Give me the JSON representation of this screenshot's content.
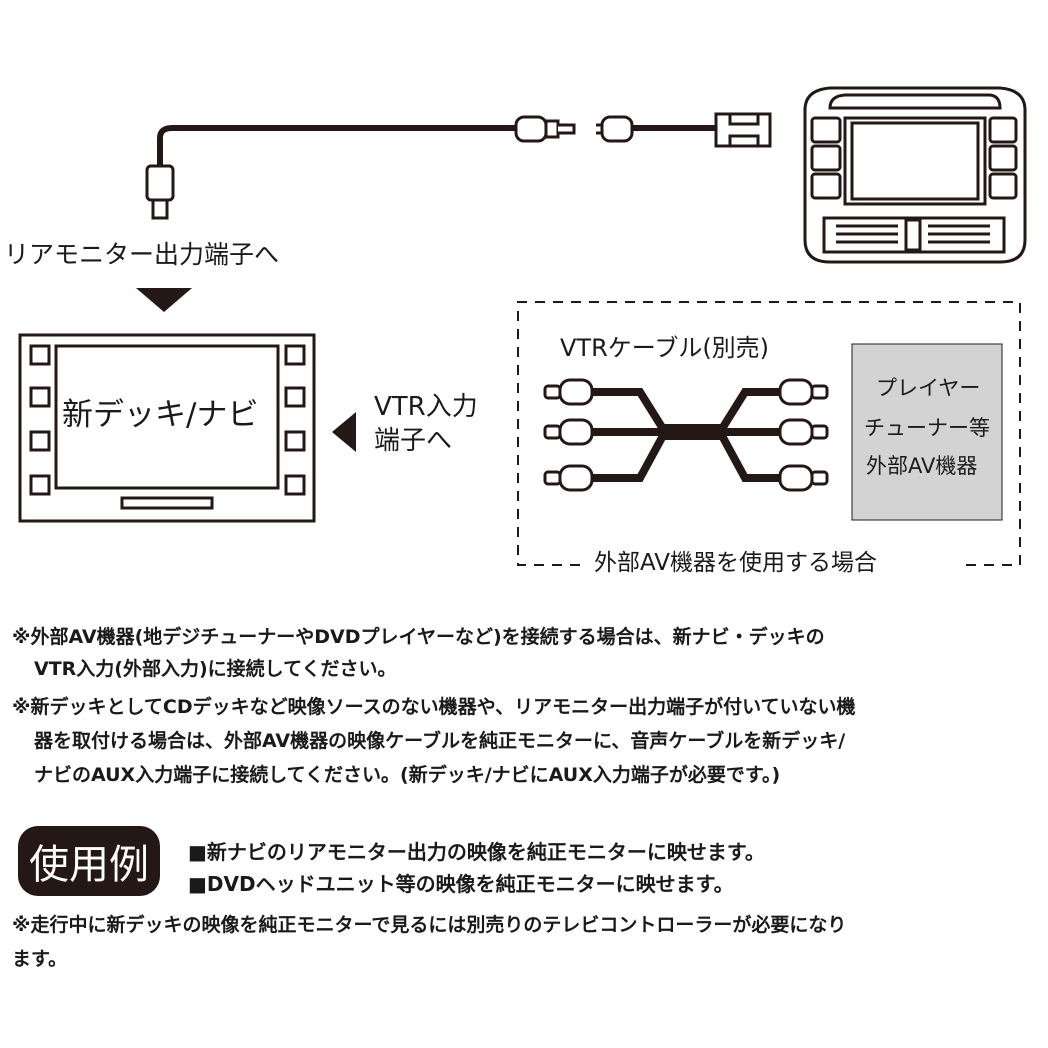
{
  "labels": {
    "rear_out": "リアモニター出力端子へ",
    "new_deck": "新デッキ/ナビ",
    "vtr_in_1": "VTR入力",
    "vtr_in_2": "端子へ",
    "vtr_cable": "VTRケーブル(別売)",
    "player_1": "プレイヤー",
    "player_2": "チューナー等",
    "player_3": "外部AV機器",
    "external_case": "外部AV機器を使用する場合"
  },
  "notes": [
    {
      "l1": "※外部AV機器(地デジチューナーやDVDプレイヤーなど)を接続する場合は、新ナビ・デッキの",
      "l2": "VTR入力(外部入力)に接続してください。"
    },
    {
      "l1": "※新デッキとしてCDデッキなど映像ソースのない機器や、リアモニター出力端子が付いていない機",
      "l2": "器を取付ける場合は、外部AV機器の映像ケーブルを純正モニターに、音声ケーブルを新デッキ/",
      "l3": "ナビのAUX入力端子に接続してください。(新デッキ/ナビにAUX入力端子が必要です。)"
    }
  ],
  "usage": {
    "badge": "使用例",
    "item1": "■新ナビのリアモニター出力の映像を純正モニターに映せます。",
    "item2": "■DVDヘッドユニット等の映像を純正モニターに映せます。"
  },
  "footer": {
    "l1": "※走行中に新デッキの映像を純正モニターで見るには別売りのテレビコントローラーが必要になり",
    "l2": "ます。"
  },
  "colors": {
    "ink": "#231815",
    "gray_box": "#d3d3d3"
  }
}
